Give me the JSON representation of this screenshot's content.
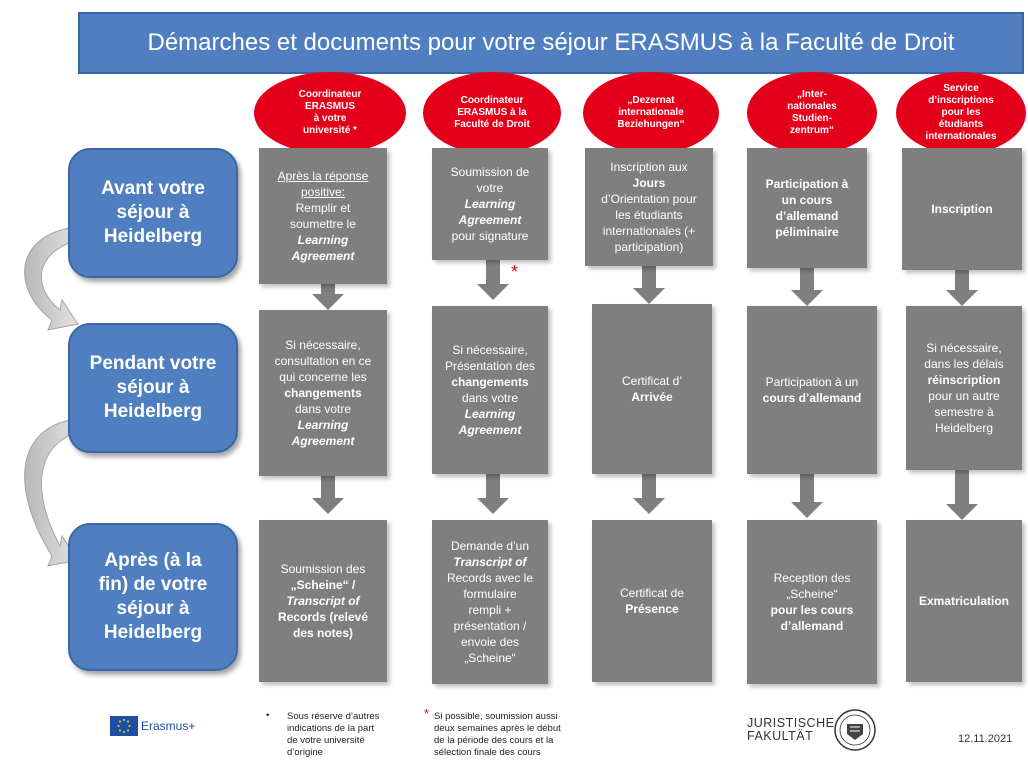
{
  "title": "Démarches et documents pour votre séjour ERASMUS à la Faculté de Droit",
  "ovals": [
    [
      "Coordinateur",
      "ERASMUS",
      "à votre",
      "université *"
    ],
    [
      "Coordinateur",
      "ERASMUS à la",
      "Faculté de Droit"
    ],
    [
      "„Dezernat",
      "internationale",
      "Beziehungen“"
    ],
    [
      "„Inter-",
      "nationales",
      "Studien-",
      "zentrum“"
    ],
    [
      "Service",
      "d’inscriptions",
      "pour les",
      "étudiants",
      "internationales"
    ]
  ],
  "phases": [
    [
      "Avant votre",
      "séjour à",
      "Heidelberg"
    ],
    [
      "Pendant votre",
      "séjour à",
      "Heidelberg"
    ],
    [
      "Après (à la",
      "fin) de votre",
      "séjour à",
      "Heidelberg"
    ]
  ],
  "row1": [
    [
      "Après la réponse",
      "positive:",
      "Remplir et",
      "soumettre le",
      "Learning",
      "Agreement"
    ],
    [
      "Soumission de",
      "votre",
      "Learning",
      "Agreement",
      "pour signature"
    ],
    [
      "Inscription aux",
      "Jours",
      "d’Orientation pour",
      "les étudiants",
      "internationales (+",
      "participation)"
    ],
    [
      "Participation à",
      "un cours",
      "d’allemand",
      "péliminaire"
    ],
    [
      "Inscription"
    ]
  ],
  "row2": [
    [
      "Si nécessaire,",
      "consultation en ce",
      "qui concerne les",
      "changements",
      "dans votre",
      "Learning",
      "Agreement"
    ],
    [
      "Si nécessaire,",
      "Présentation des",
      "changements",
      "dans votre",
      "Learning",
      "Agreement"
    ],
    [
      "Certificat d’",
      "Arrivée"
    ],
    [
      "Participation à un",
      "cours d’allemand"
    ],
    [
      "Si nécessaire,",
      "dans les délais",
      "réinscription",
      "pour un autre",
      "semestre à",
      "Heidelberg"
    ]
  ],
  "row3": [
    [
      "Soumission des",
      "„Scheine“ /",
      "Transcript of",
      "Records (relevé",
      "des notes)"
    ],
    [
      "Demande d’un",
      "Transcript of",
      "Records avec le",
      "formulaire",
      "rempli +",
      "présentation /",
      "envoie des",
      "„Scheine“"
    ],
    [
      "Certificat de",
      "Présence"
    ],
    [
      "Reception des",
      "„Scheine“",
      "pour les cours",
      "d’allemand"
    ],
    [
      "Exmatriculation"
    ]
  ],
  "star_mark": "*",
  "footer": {
    "erasmus_label": "Erasmus+",
    "note1_bullet": "•",
    "note1": [
      "Sous réserve d’autres",
      "indications de la part",
      "de votre université",
      "d’origine"
    ],
    "note2_star": "*",
    "note2": [
      "Si possible, soumission aussi",
      "deux semaines après le début",
      "de la période des cours et la",
      "sélection finale des cours"
    ],
    "faculty_line1": "JURISTISCHE",
    "faculty_line2": "FAKULTÄT",
    "date": "12.11.2021"
  },
  "colors": {
    "blue": "#4f7fc0",
    "red": "#e4001a",
    "gray": "#7f7f7f"
  }
}
